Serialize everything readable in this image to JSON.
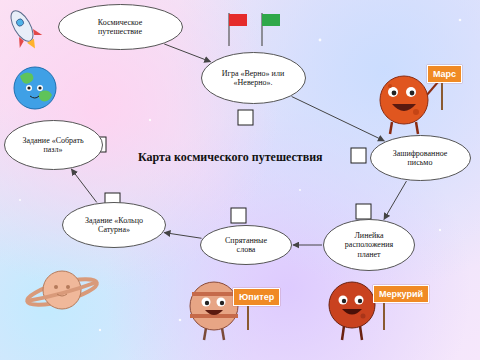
{
  "diagram": {
    "title": "Карта космического путешествия",
    "nodes": [
      {
        "text": [
          "Космическое путешествие"
        ]
      },
      {
        "text": [
          "Игра «Верно» или «Неверно»."
        ]
      },
      {
        "text": [
          "Зашифрованное письмо"
        ]
      },
      {
        "text": [
          "Линейка расположения планет"
        ]
      },
      {
        "text": [
          "Спрятанные слова"
        ]
      },
      {
        "text": [
          "Задание «Кольцо Сатурна»"
        ]
      },
      {
        "text": [
          "Задание «Собрать пазл»"
        ]
      }
    ],
    "edges": [
      {
        "from": 0,
        "to": 1,
        "arrow": "to"
      },
      {
        "from": 1,
        "to": 2,
        "arrow": "to"
      },
      {
        "from": 2,
        "to": 3,
        "arrow": "to"
      },
      {
        "from": 3,
        "to": 4,
        "arrow": "to"
      },
      {
        "from": 4,
        "to": 5,
        "arrow": "to"
      },
      {
        "from": 5,
        "to": 6,
        "arrow": "to"
      }
    ],
    "labels": [
      "Марс",
      "Юпитер",
      "Меркурий"
    ]
  }
}
